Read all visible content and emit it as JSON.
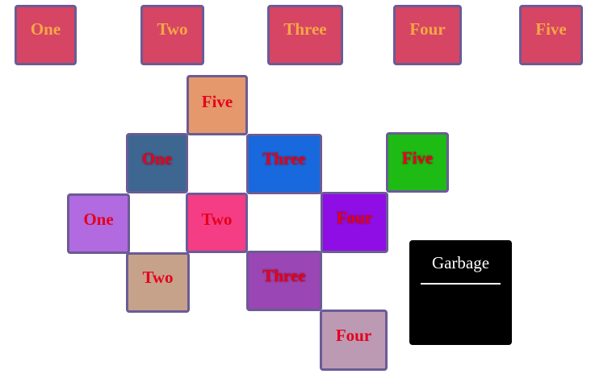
{
  "source_tiles": [
    {
      "label": "One"
    },
    {
      "label": "Two"
    },
    {
      "label": "Three"
    },
    {
      "label": "Four"
    },
    {
      "label": "Five"
    }
  ],
  "source_colors": {
    "background": "#d64563",
    "text": "#f5a846",
    "border": "#6b5b95"
  },
  "placed_tiles": [
    {
      "label": "Five",
      "color": "#e4986c"
    },
    {
      "label": "One",
      "color": "#3d6691"
    },
    {
      "label": "Three",
      "color": "#1769dd"
    },
    {
      "label": "Five",
      "color": "#1dbb14"
    },
    {
      "label": "One",
      "color": "#b16ae0"
    },
    {
      "label": "Two",
      "color": "#f43d84"
    },
    {
      "label": "Four",
      "color": "#900ee6"
    },
    {
      "label": "Two",
      "color": "#c7a28b"
    },
    {
      "label": "Three",
      "color": "#9a46b4"
    },
    {
      "label": "Four",
      "color": "#bd9ab4"
    }
  ],
  "placed_text_color": "#e5001c",
  "garbage": {
    "label": "Garbage",
    "background": "#000000",
    "text_color": "#ffffff"
  }
}
